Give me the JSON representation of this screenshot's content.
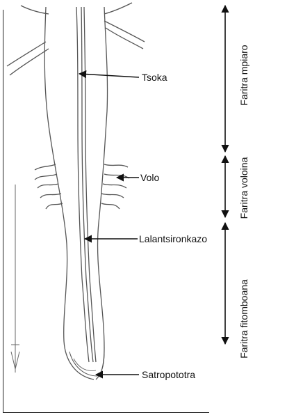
{
  "labels": {
    "tsoka": "Tsoka",
    "volo": "Volo",
    "lalantsironkazo": "Lalantsironkazo",
    "satropototra": "Satropototra"
  },
  "zones": {
    "mpiaro": "Faritra mpiaro",
    "voloina": "Faritra voloina",
    "fitomboana": "Faritra fitomboana"
  },
  "colors": {
    "ink": "#111111",
    "sketch": "#555555"
  }
}
